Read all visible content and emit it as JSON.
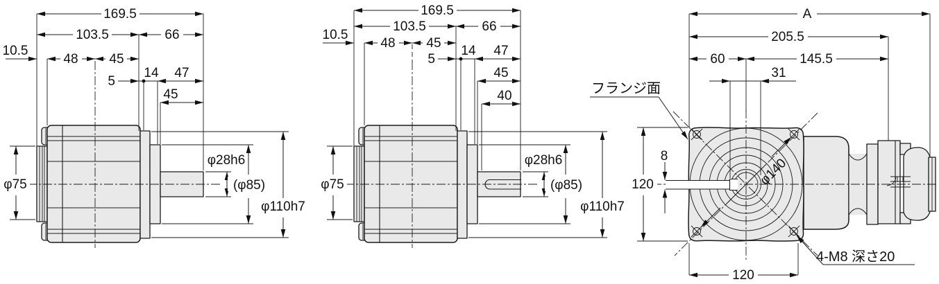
{
  "v1": {
    "len_total": "169.5",
    "len_rear": "103.5",
    "len_front": "66",
    "len_boss": "10.5",
    "len_48": "48",
    "len_45": "45",
    "len_5": "5",
    "len_14": "14",
    "len_47": "47",
    "len_shaft": "45",
    "dia_rear": "φ75",
    "dia_shaft": "φ28h6",
    "dia_boss": "(φ85)",
    "dia_pilot": "φ110h7"
  },
  "v2": {
    "len_total": "169.5",
    "len_rear": "103.5",
    "len_front": "66",
    "len_boss": "10.5",
    "len_48": "48",
    "len_45": "45",
    "len_5": "5",
    "len_14": "14",
    "len_47": "47",
    "len_shaft": "45",
    "len_key": "40",
    "dia_rear": "φ75",
    "dia_shaft": "φ28h6",
    "dia_boss": "(φ85)",
    "dia_pilot": "φ110h7"
  },
  "v3": {
    "len_total": "A",
    "len_to_motor": "205.5",
    "len_to_center": "60",
    "len_center_motor": "145.5",
    "keyway_span": "31",
    "key_width": "8",
    "flange_height": "120",
    "flange_width": "120",
    "bolt_circle": "φ140",
    "flange_face_label": "フランジ面",
    "tap_note": "4-M8 深さ20"
  },
  "colors": {
    "line": "#1a1a1a",
    "body_fill": "#e9e9e9",
    "background": "#ffffff"
  }
}
